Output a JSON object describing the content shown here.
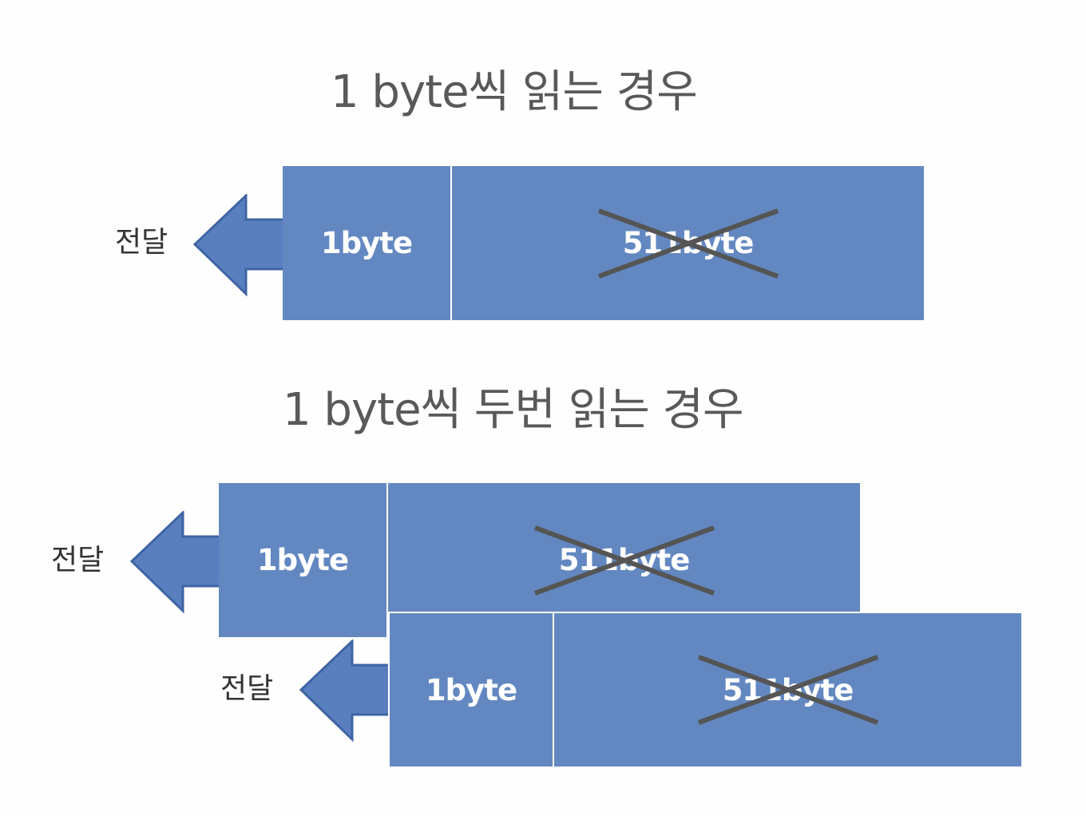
{
  "titles": {
    "single": "1 byte씩 읽는 경우",
    "double": "1 byte씩 두번 읽는 경우"
  },
  "diagram": {
    "deliver_label": "전달",
    "read_label": "1byte",
    "discarded_label": "511byte",
    "colors": {
      "block": "#6388c1",
      "arrow_fill": "#5a7fbe",
      "arrow_stroke": "#3f64a3",
      "strike": "#555555",
      "title": "#595959"
    }
  }
}
